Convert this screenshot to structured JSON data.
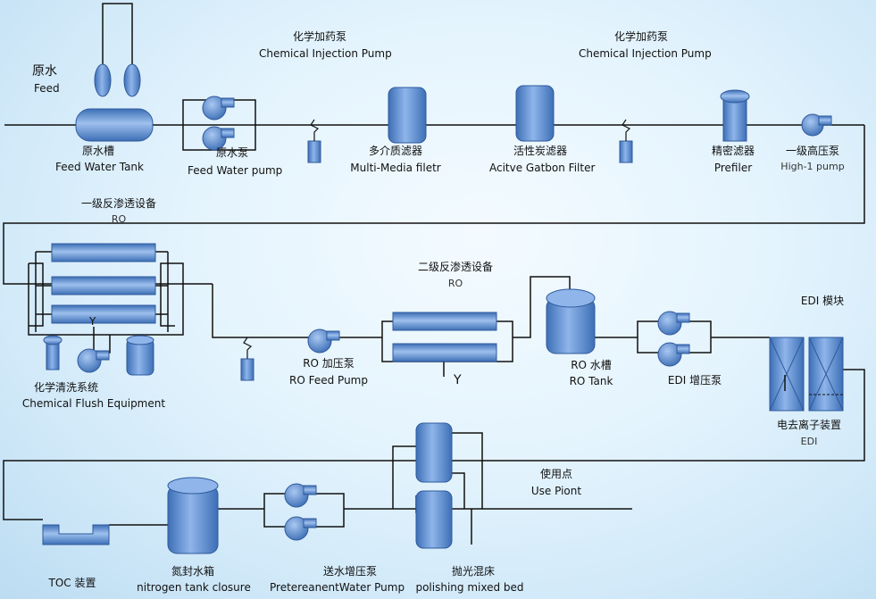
{
  "labels": {
    "feed_cn": "原水",
    "feed_en": "Feed",
    "feed_tank_cn": "原水槽",
    "feed_tank_en": "Feed Water Tank",
    "feed_pump_cn": "原水泵",
    "feed_pump_en": "Feed Water pump",
    "chem_inj1_cn": "化学加药泵",
    "chem_inj1_en": "Chemical Injection Pump",
    "chem_inj2_cn": "化学加药泵",
    "chem_inj2_en": "Chemical Injection Pump",
    "mmf_cn": "多介质滤器",
    "mmf_en": "Multi-Media filetr",
    "acf_cn": "活性炭滤器",
    "acf_en": "Acitve Gatbon Filter",
    "prefilter_cn": "精密滤器",
    "prefilter_en": "Prefiler",
    "hp1_cn": "一级高压泵",
    "hp1_en": "High-1 pump",
    "ro1_cn": "一级反渗透设备",
    "ro1_en": "RO",
    "ro2_cn": "二级反渗透设备",
    "ro2_en": "RO",
    "y1": "Y",
    "y2": "Y",
    "cip_cn": "化学清洗系统",
    "cip_en": "Chemical Flush Equipment",
    "ro_feed_pump_cn": "RO  加压泵",
    "ro_feed_pump_en": "RO Feed Pump",
    "ro_tank_cn": "RO 水槽",
    "ro_tank_en": "RO Tank",
    "edi_pump_cn": "EDI 增压泵",
    "edi_module": "EDI 模块",
    "edi_cn": "电去离子装置",
    "edi_en": "EDI",
    "use_point_cn": "使用点",
    "use_point_en": "Use Piont",
    "toc_cn": "TOC 装置",
    "n2_tank_cn": "氮封水箱",
    "n2_tank_en": "nitrogen tank closure",
    "pretreat_pump_cn": "送水增压泵",
    "pretreat_pump_en": "PretereanentWater Pump",
    "polish_cn": "抛光混床",
    "polish_en": "polishing mixed bed"
  },
  "colors": {
    "equipment_fill": "#5f8fd4",
    "equipment_stroke": "#2f5a9c",
    "pipe": "#111111"
  }
}
